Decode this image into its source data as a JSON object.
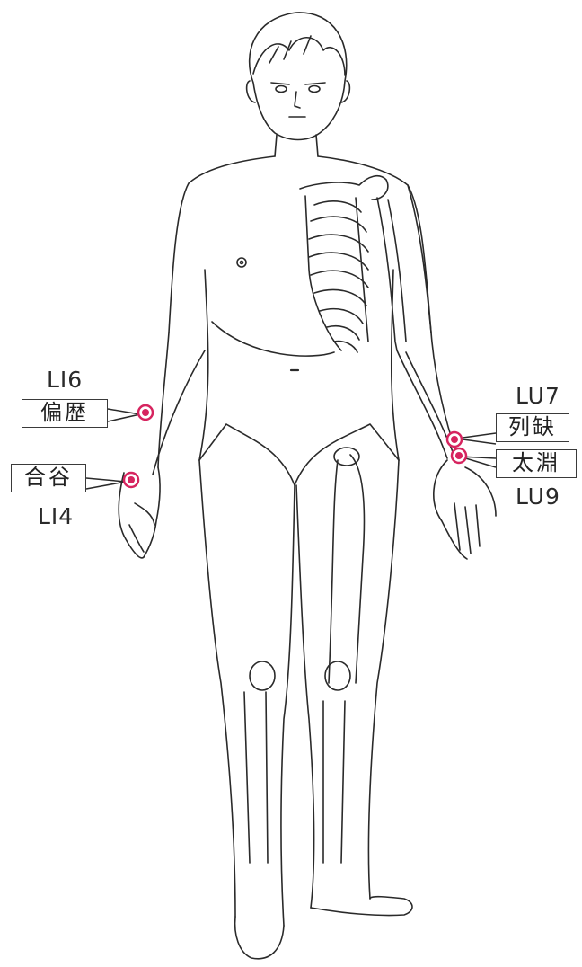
{
  "points": [
    {
      "code": "LI6",
      "name": "偏歴"
    },
    {
      "code": "LI4",
      "name": "合谷"
    },
    {
      "code": "LU7",
      "name": "列缺"
    },
    {
      "code": "LU9",
      "name": "太淵"
    }
  ],
  "colors": {
    "point": "#d6245f",
    "line": "#2a2a2a",
    "background": "#ffffff"
  }
}
